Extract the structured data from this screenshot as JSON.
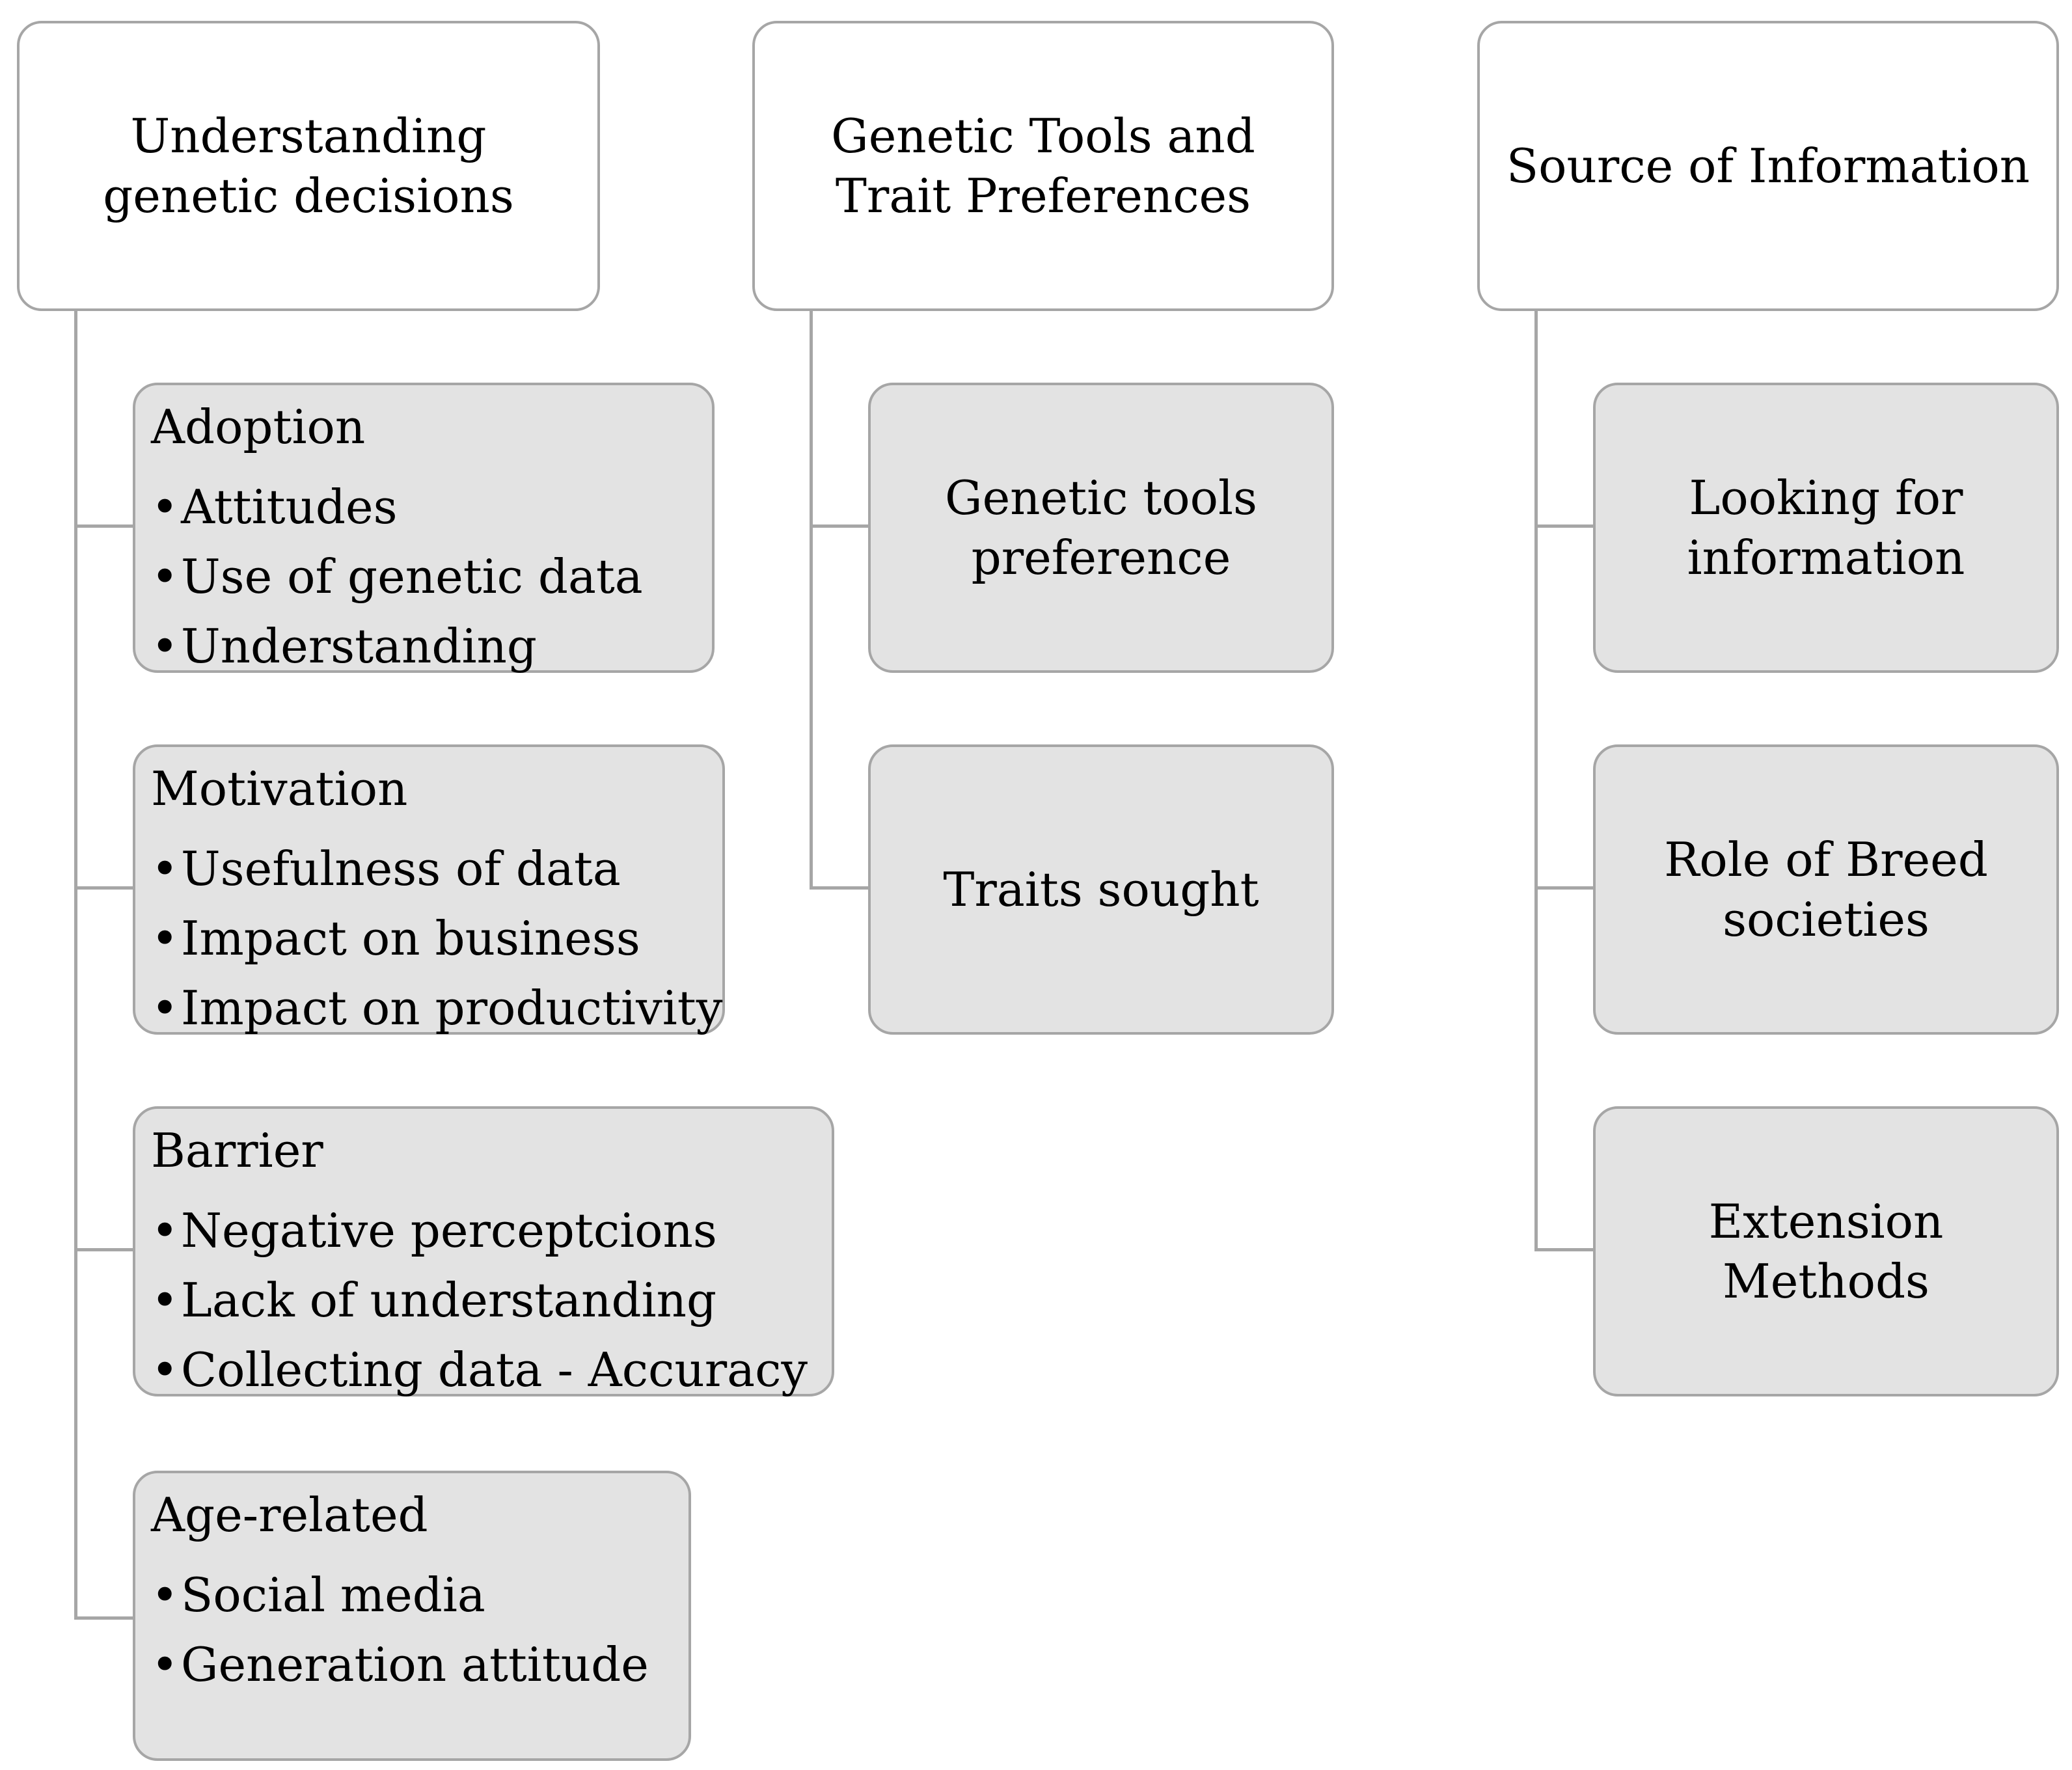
{
  "columns": [
    {
      "title": "Understanding genetic decisions",
      "children": [
        {
          "title": "Adoption",
          "bullets": [
            "Attitudes",
            "Use of genetic data",
            "Understanding"
          ]
        },
        {
          "title": "Motivation",
          "bullets": [
            "Usefulness of data",
            "Impact on business",
            "Impact on productivity"
          ]
        },
        {
          "title": "Barrier",
          "bullets": [
            "Negative perceptcions",
            "Lack of understanding",
            "Collecting data - Accuracy"
          ]
        },
        {
          "title": "Age-related",
          "bullets": [
            "Social media",
            "Generation attitude"
          ]
        }
      ]
    },
    {
      "title": "Genetic Tools and Trait Preferences",
      "children": [
        {
          "title": "Genetic tools preference"
        },
        {
          "title": "Traits sought"
        }
      ]
    },
    {
      "title": "Source of Information",
      "children": [
        {
          "title": "Looking for information"
        },
        {
          "title": "Role of Breed societies"
        },
        {
          "title": "Extension Methods"
        }
      ]
    }
  ],
  "bullet_glyph": "•",
  "colors": {
    "header_fill": "#ffffff",
    "child_fill": "#e3e3e3",
    "border": "#a6a6a6",
    "text": "#000000"
  }
}
